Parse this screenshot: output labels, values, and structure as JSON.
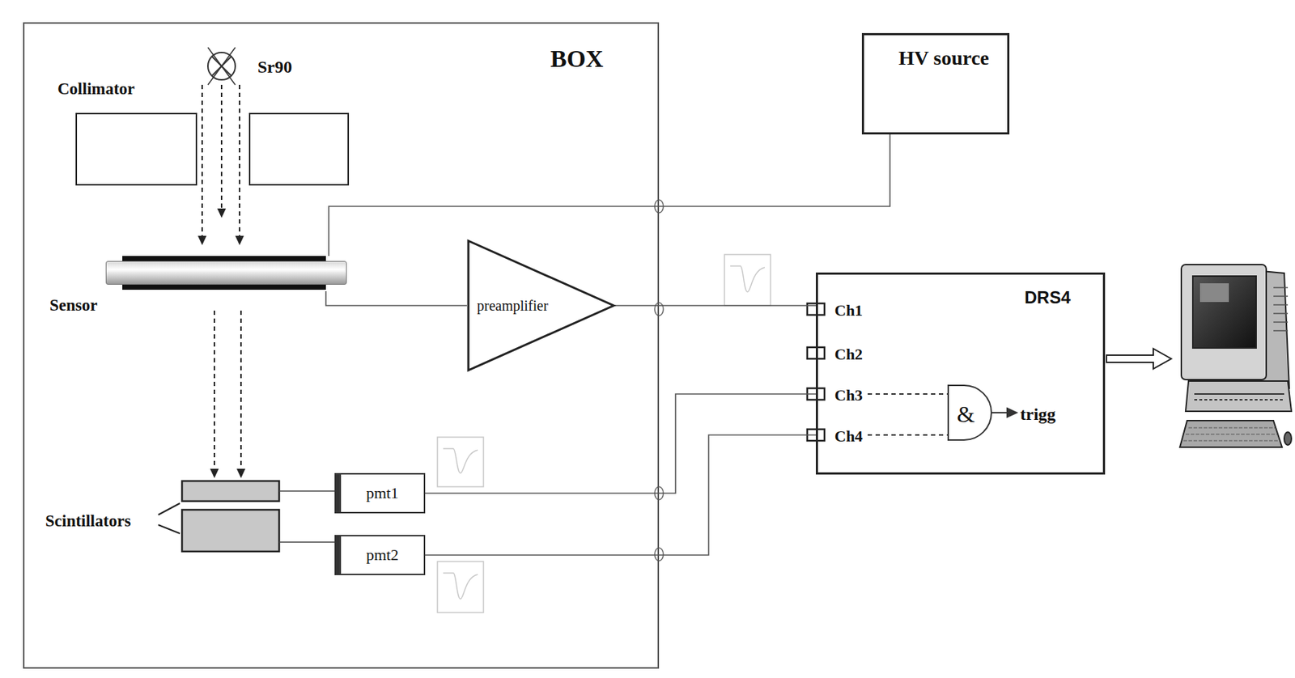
{
  "diagram": {
    "nodes": [
      {
        "text": [
          "BOX"
        ]
      },
      {
        "text": [
          "Sensor"
        ],
        "in": 0
      },
      {
        "text": [
          "preamplifier"
        ],
        "in": 0
      },
      {
        "text": [
          "pmt1"
        ],
        "in": 0
      },
      {
        "text": [
          "pmt2"
        ],
        "in": 0
      },
      {
        "text": [
          "HV source"
        ]
      },
      {
        "text": [
          "DRS4"
        ]
      }
    ],
    "edges": [
      {
        "from": 5,
        "to": 1,
        "arrow": "none"
      },
      {
        "from": 1,
        "to": 2,
        "arrow": "none"
      },
      {
        "from": 2,
        "to": 6,
        "arrow": "none"
      },
      {
        "from": 3,
        "to": 6,
        "arrow": "none"
      },
      {
        "from": 4,
        "to": 6,
        "arrow": "none"
      }
    ],
    "labels": [
      "Sr90",
      "Collimator",
      "Scintillators",
      "Ch1",
      "Ch2",
      "Ch3",
      "Ch4",
      "&",
      "trigg"
    ]
  }
}
